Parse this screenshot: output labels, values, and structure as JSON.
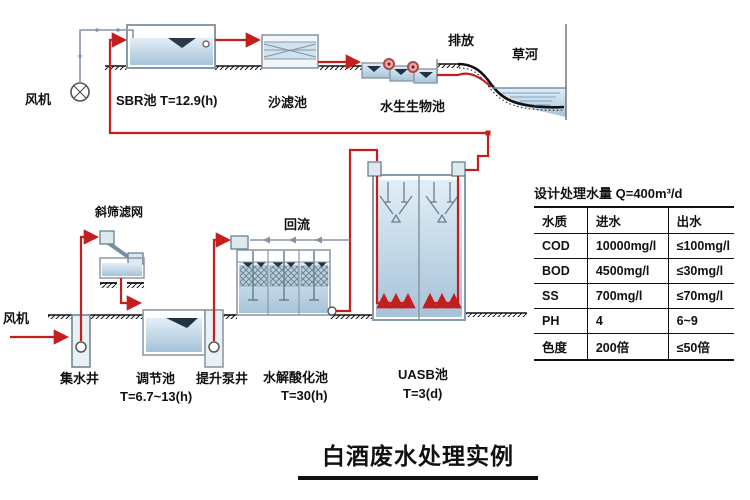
{
  "labels": {
    "fan_top": "风机",
    "sbr": "SBR池  T=12.9(h)",
    "sand_filter": "沙滤池",
    "bio_pond": "水生生物池",
    "discharge": "排放",
    "river": "草河",
    "inclined_screen": "斜筛滤网",
    "reflux": "回流",
    "fan_bottom": "风机",
    "collection_well": "集水井",
    "regulation_tank": "调节池",
    "regulation_tank_t": "T=6.7~13(h)",
    "lift_pump_well": "提升泵井",
    "hydrolysis_tank": "水解酸化池",
    "hydrolysis_tank_t": "T=30(h)",
    "uasb": "UASB池",
    "uasb_t": "T=3(d)"
  },
  "spec_table": {
    "title": "设计处理水量  Q=400m³/d",
    "headers": [
      "水质",
      "进水",
      "出水"
    ],
    "rows": [
      {
        "param": "COD",
        "inflow": "10000mg/l",
        "outflow": "≤100mg/l"
      },
      {
        "param": "BOD",
        "inflow": "4500mg/l",
        "outflow": "≤30mg/l"
      },
      {
        "param": "SS",
        "inflow": "700mg/l",
        "outflow": "≤70mg/l"
      },
      {
        "param": "PH",
        "inflow": "4",
        "outflow": "6~9"
      },
      {
        "param": "色度",
        "inflow": "200倍",
        "outflow": "≤50倍"
      }
    ]
  },
  "caption": "白酒废水处理实例",
  "colors": {
    "pipe_red": "#c41f1f",
    "pipe_gray": "#8593a6",
    "tank_stroke": "#8a99a6",
    "ground": "#111111",
    "water_light": "#dcebf5",
    "water_dark": "#a6c3d8"
  }
}
